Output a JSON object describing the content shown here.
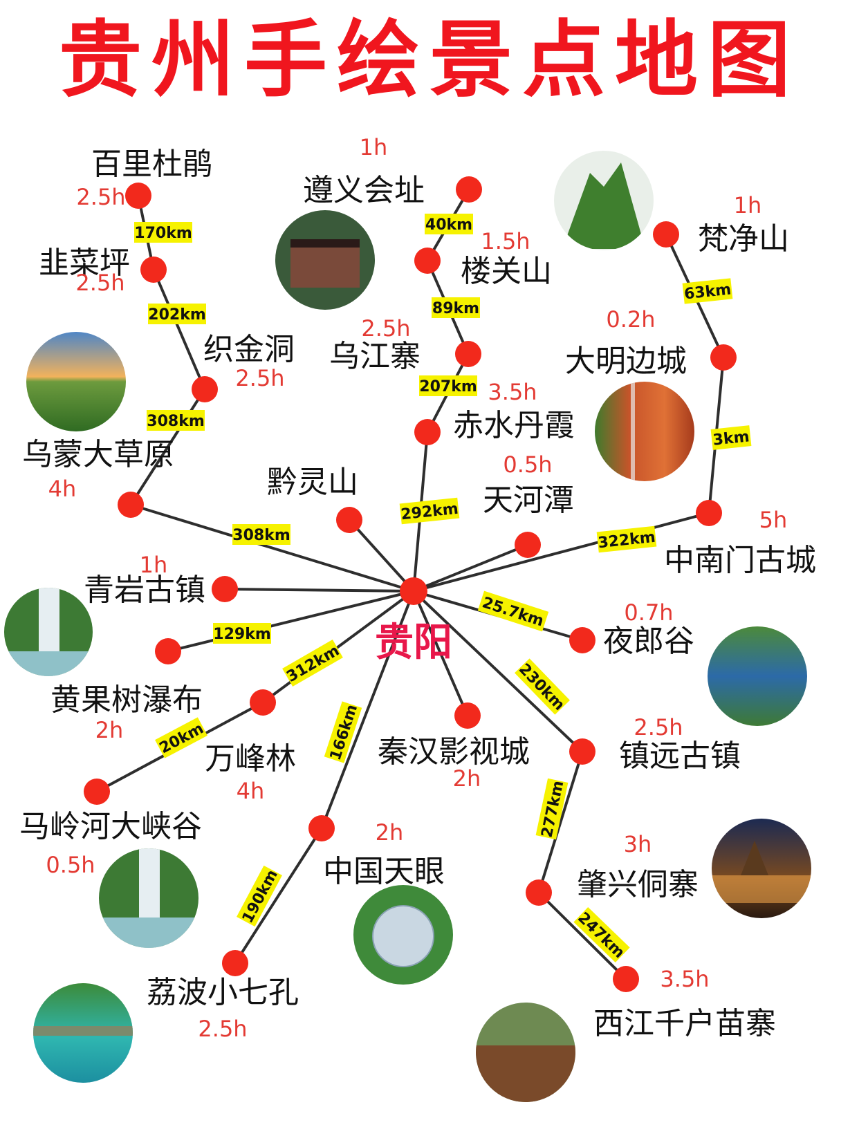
{
  "title": "贵州手绘景点地图",
  "center_label": "贵阳",
  "colors": {
    "title": "#f0161e",
    "center": "#e8174a",
    "dot": "#f2291c",
    "time": "#e33a33",
    "distance_tag": "#f6f200",
    "line": "#2e2e2e"
  },
  "places": [
    {
      "id": "baili",
      "name": "百里杜鹃",
      "time": "2.5h"
    },
    {
      "id": "jiucaiping",
      "name": "韭菜坪",
      "time": "2.5h"
    },
    {
      "id": "zhijindong",
      "name": "织金洞",
      "time": "2.5h"
    },
    {
      "id": "wumeng",
      "name": "乌蒙大草原",
      "time": "4h"
    },
    {
      "id": "qianlingshan",
      "name": "黔灵山",
      "time": ""
    },
    {
      "id": "zunyi",
      "name": "遵义会址",
      "time": "1h"
    },
    {
      "id": "louguanshan",
      "name": "楼关山",
      "time": "1.5h"
    },
    {
      "id": "wujiangzhai",
      "name": "乌江寨",
      "time": "2.5h"
    },
    {
      "id": "chishui",
      "name": "赤水丹霞",
      "time": "3.5h"
    },
    {
      "id": "tianhetan",
      "name": "天河潭",
      "time": "0.5h"
    },
    {
      "id": "fanjingshan",
      "name": "梵净山",
      "time": "1h"
    },
    {
      "id": "daming",
      "name": "大明边城",
      "time": "0.2h"
    },
    {
      "id": "zhongnanmen",
      "name": "中南门古城",
      "time": "5h"
    },
    {
      "id": "qingyan",
      "name": "青岩古镇",
      "time": "1h"
    },
    {
      "id": "huangguoshu",
      "name": "黄果树瀑布",
      "time": "2h"
    },
    {
      "id": "yelanggu",
      "name": "夜郎谷",
      "time": "0.7h"
    },
    {
      "id": "wanfenglin",
      "name": "万峰林",
      "time": "4h"
    },
    {
      "id": "malinghe",
      "name": "马岭河大峡谷",
      "time": "0.5h"
    },
    {
      "id": "qinhan",
      "name": "秦汉影视城",
      "time": "2h"
    },
    {
      "id": "tianyan",
      "name": "中国天眼",
      "time": "2h"
    },
    {
      "id": "libo",
      "name": "荔波小七孔",
      "time": "2.5h"
    },
    {
      "id": "zhenyuan",
      "name": "镇远古镇",
      "time": "2.5h"
    },
    {
      "id": "zhaoxing",
      "name": "肇兴侗寨",
      "time": "3h"
    },
    {
      "id": "xijiang",
      "name": "西江千户苗寨",
      "time": "3.5h"
    }
  ],
  "routes": [
    {
      "from": "baili",
      "to": "jiucaiping",
      "distance": "170km"
    },
    {
      "from": "jiucaiping",
      "to": "zhijindong",
      "distance": "202km"
    },
    {
      "from": "zhijindong",
      "to": "wumeng",
      "distance": "308km"
    },
    {
      "from": "wumeng",
      "to": "guiyang",
      "distance": "308km"
    },
    {
      "from": "qianlingshan",
      "to": "guiyang",
      "distance": ""
    },
    {
      "from": "zunyi",
      "to": "louguanshan",
      "distance": "40km"
    },
    {
      "from": "louguanshan",
      "to": "wujiangzhai",
      "distance": "89km"
    },
    {
      "from": "wujiangzhai",
      "to": "chishui",
      "distance": "207km"
    },
    {
      "from": "chishui",
      "to": "guiyang",
      "distance": "292km"
    },
    {
      "from": "tianhetan",
      "to": "guiyang",
      "distance": ""
    },
    {
      "from": "fanjingshan",
      "to": "daming",
      "distance": "63km"
    },
    {
      "from": "daming",
      "to": "zhongnanmen",
      "distance": "3km"
    },
    {
      "from": "zhongnanmen",
      "to": "guiyang",
      "distance": "322km"
    },
    {
      "from": "qingyan",
      "to": "guiyang",
      "distance": ""
    },
    {
      "from": "huangguoshu",
      "to": "guiyang",
      "distance": "129km"
    },
    {
      "from": "yelanggu",
      "to": "guiyang",
      "distance": "25.7km"
    },
    {
      "from": "wanfenglin",
      "to": "guiyang",
      "distance": "312km"
    },
    {
      "from": "malinghe",
      "to": "wanfenglin",
      "distance": "20km"
    },
    {
      "from": "qinhan",
      "to": "guiyang",
      "distance": ""
    },
    {
      "from": "tianyan",
      "to": "guiyang",
      "distance": "166km"
    },
    {
      "from": "libo",
      "to": "tianyan",
      "distance": "190km"
    },
    {
      "from": "zhenyuan",
      "to": "guiyang",
      "distance": "230km"
    },
    {
      "from": "zhaoxing",
      "to": "zhenyuan",
      "distance": "277km"
    },
    {
      "from": "xijiang",
      "to": "zhaoxing",
      "distance": "247km"
    }
  ],
  "photos": [
    {
      "id": "photo-zunyi",
      "subject": "遵义会址"
    },
    {
      "id": "photo-fanjingshan",
      "subject": "梵净山"
    },
    {
      "id": "photo-wumeng",
      "subject": "乌蒙大草原"
    },
    {
      "id": "photo-chishui",
      "subject": "赤水丹霞"
    },
    {
      "id": "photo-huangguoshu",
      "subject": "黄果树瀑布"
    },
    {
      "id": "photo-yelanggu",
      "subject": "夜郎谷"
    },
    {
      "id": "photo-malinghe",
      "subject": "马岭河大峡谷"
    },
    {
      "id": "photo-tianyan",
      "subject": "中国天眼"
    },
    {
      "id": "photo-zhaoxing",
      "subject": "肇兴侗寨"
    },
    {
      "id": "photo-libo",
      "subject": "荔波小七孔"
    },
    {
      "id": "photo-xijiang",
      "subject": "西江千户苗寨"
    }
  ]
}
